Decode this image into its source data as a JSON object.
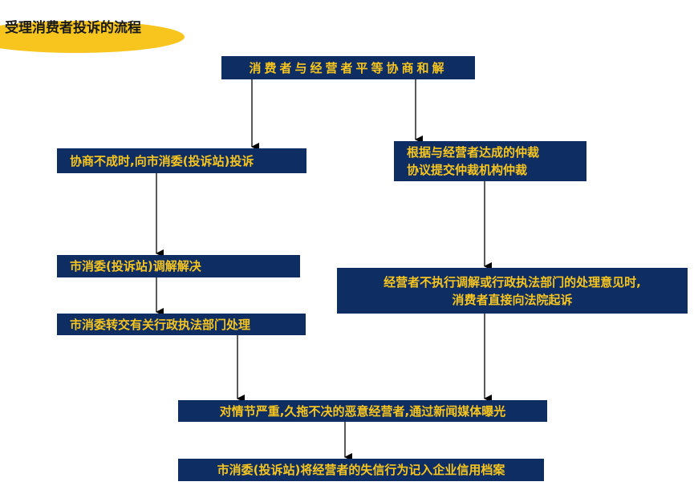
{
  "title": "受理消费者投诉的流程",
  "nodes": {
    "negotiate": "消费者与经营者平等协商和解",
    "complain": "协商不成时,向市消委(投诉站)投诉",
    "arbitration_line1": "根据与经营者达成的仲裁",
    "arbitration_line2": "协议提交仲裁机构仲裁",
    "mediate": "市消委(投诉站)调解解决",
    "refer": "市消委转交有关行政执法部门处理",
    "lawsuit_line1": "经营者不执行调解或行政执法部门的处理意见时,",
    "lawsuit_line2": "消费者直接向法院起诉",
    "expose": "对情节严重,久拖不决的恶意经营者,通过新闻媒体曝光",
    "record": "市消委(投诉站)将经营者的失信行为记入企业信用档案"
  },
  "colors": {
    "box_fill": "#0e2d63",
    "box_text": "#f7c51e",
    "title_ellipse": "#f7c51e",
    "arrow": "#000000"
  }
}
